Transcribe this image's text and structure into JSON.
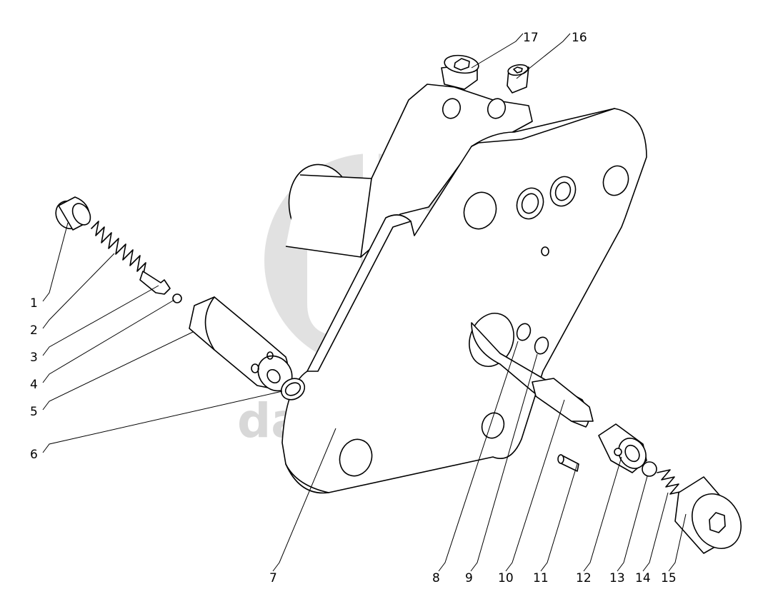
{
  "watermark": {
    "text": "data-parts",
    "color": "#d4d4d4"
  },
  "callouts": [
    "1",
    "2",
    "3",
    "4",
    "5",
    "6",
    "7",
    "8",
    "9",
    "10",
    "11",
    "12",
    "13",
    "14",
    "15",
    "16",
    "17"
  ],
  "colors": {
    "line": "#000000",
    "background": "#ffffff",
    "watermark": "#d4d4d4"
  }
}
